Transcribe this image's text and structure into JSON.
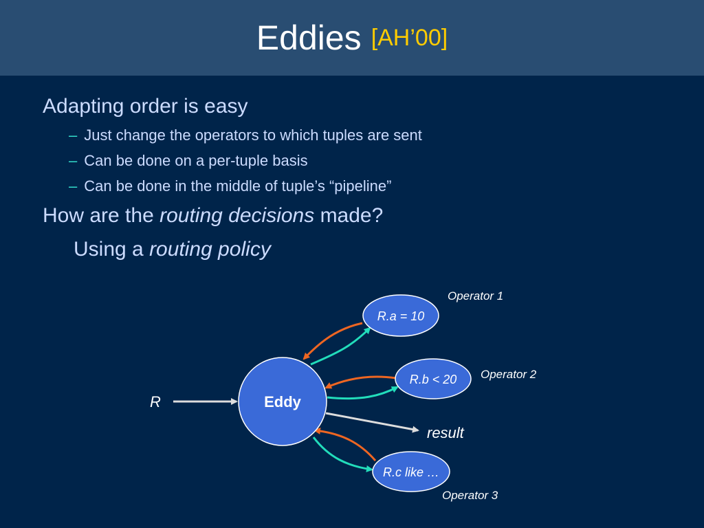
{
  "title": {
    "main": "Eddies",
    "citation": "[AH’00]"
  },
  "bullets": [
    {
      "text": "Adapting order is easy"
    },
    {
      "text": "Just change the operators to which tuples are sent"
    },
    {
      "text": "Can be done on a per-tuple basis"
    },
    {
      "text": "Can be done in the middle of tuple’s “pipeline”"
    }
  ],
  "question": {
    "prefix": "How are the ",
    "emphasis": "routing decisions",
    "suffix": " made?"
  },
  "answer": {
    "prefix": "Using a ",
    "emphasis": "routing policy"
  },
  "dash_glyph": "–",
  "diagram": {
    "eddy_label": "Eddy",
    "input_label": "R",
    "output_label": "result",
    "operators": [
      {
        "name": "Operator 1",
        "predicate": "R.a = 10"
      },
      {
        "name": "Operator 2",
        "predicate": "R.b < 20"
      },
      {
        "name": "Operator 3",
        "predicate": "R.c like …"
      }
    ],
    "colors": {
      "background": "#00244a",
      "title_bar": "#294d72",
      "node_fill": "#3a6ad8",
      "arrow_out": "#22ddbb",
      "arrow_back": "#ee6622",
      "arrow_io": "#dddddd",
      "citation": "#ffcc00"
    }
  }
}
